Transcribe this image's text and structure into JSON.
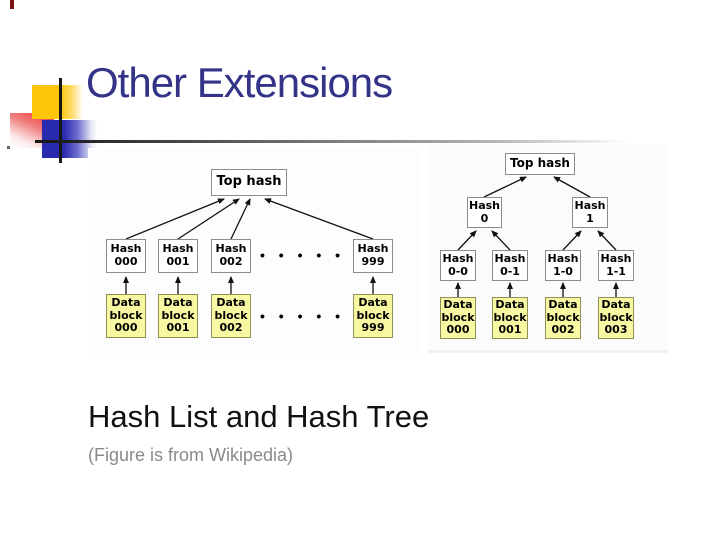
{
  "slide": {
    "title": "Other Extensions",
    "caption": "Hash List and Hash Tree",
    "caption_note": "(Figure is from Wikipedia)"
  },
  "colors": {
    "title_text": "#333388",
    "caption_text": "#111111",
    "note_text": "#8a8a8a",
    "node_fill": "#ffffff",
    "node_border": "#8c8c8c",
    "data_block_fill": "#f8f8a2",
    "decor_yellow": "#fdc608",
    "decor_blue": "#2a2aae",
    "decor_red": "#ef3b3b"
  },
  "hash_list": {
    "top_label": "Top hash",
    "ellipsis": "• • • • •",
    "nodes": [
      {
        "l1": "Hash",
        "l2": "000"
      },
      {
        "l1": "Hash",
        "l2": "001"
      },
      {
        "l1": "Hash",
        "l2": "002"
      },
      {
        "l1": "Hash",
        "l2": "999"
      }
    ],
    "blocks": [
      {
        "l1": "Data",
        "l2": "block",
        "l3": "000"
      },
      {
        "l1": "Data",
        "l2": "block",
        "l3": "001"
      },
      {
        "l1": "Data",
        "l2": "block",
        "l3": "002"
      },
      {
        "l1": "Data",
        "l2": "block",
        "l3": "999"
      }
    ]
  },
  "hash_tree": {
    "top_label": "Top hash",
    "internal": [
      {
        "l1": "Hash",
        "l2": "0"
      },
      {
        "l1": "Hash",
        "l2": "1"
      }
    ],
    "leaves": [
      {
        "l1": "Hash",
        "l2": "0-0"
      },
      {
        "l1": "Hash",
        "l2": "0-1"
      },
      {
        "l1": "Hash",
        "l2": "1-0"
      },
      {
        "l1": "Hash",
        "l2": "1-1"
      }
    ],
    "blocks": [
      {
        "l1": "Data",
        "l2": "block",
        "l3": "000"
      },
      {
        "l1": "Data",
        "l2": "block",
        "l3": "001"
      },
      {
        "l1": "Data",
        "l2": "block",
        "l3": "002"
      },
      {
        "l1": "Data",
        "l2": "block",
        "l3": "003"
      }
    ]
  }
}
